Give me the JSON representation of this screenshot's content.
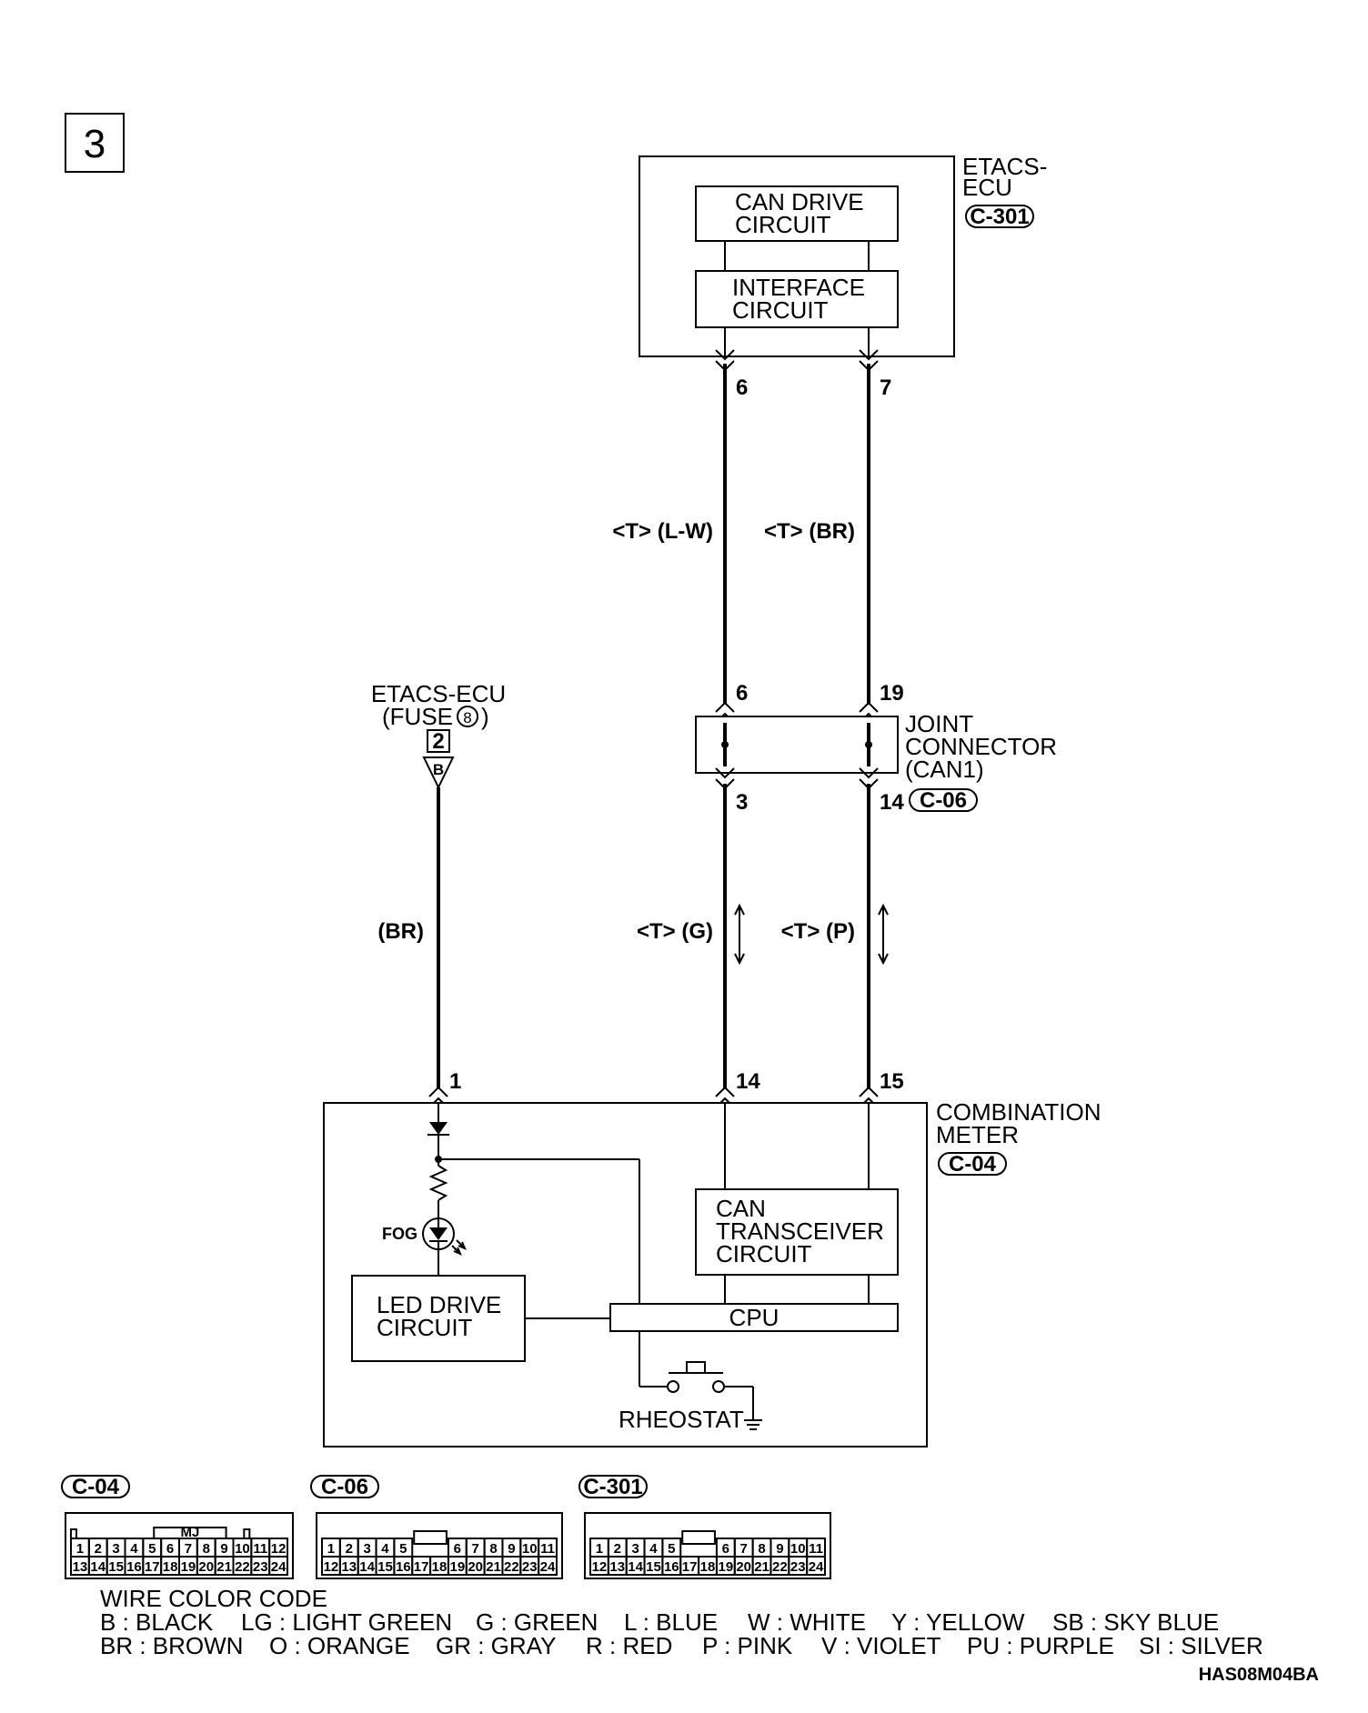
{
  "page_number": "3",
  "etacs_ecu": {
    "label_line1": "ETACS-",
    "label_line2": "ECU",
    "connector": "C-301",
    "can_drive_line1": "CAN DRIVE",
    "can_drive_line2": "CIRCUIT",
    "interface_line1": "INTERFACE",
    "interface_line2": "CIRCUIT",
    "pin_left": "6",
    "pin_right": "7"
  },
  "wires": {
    "left_upper": "<T> (L-W)",
    "right_upper": "<T> (BR)",
    "left_lower": "<T> (G)",
    "right_lower": "<T> (P)",
    "fuse_wire": "(BR)"
  },
  "joint_connector": {
    "line1": "JOINT",
    "line2": "CONNECTOR",
    "line3": "(CAN1)",
    "connector": "C-06",
    "pin_top_left": "6",
    "pin_top_right": "19",
    "pin_bottom_left": "3",
    "pin_bottom_right": "14"
  },
  "fuse_source": {
    "line1": "ETACS-ECU",
    "line2_prefix": "(FUSE",
    "fuse_number": "8",
    "line2_suffix": ")",
    "terminal": "2",
    "letter": "B"
  },
  "combination_meter": {
    "line1": "COMBINATION",
    "line2": "METER",
    "connector": "C-04",
    "pin_1": "1",
    "pin_14": "14",
    "pin_15": "15",
    "fog_label": "FOG",
    "can_transceiver_line1": "CAN",
    "can_transceiver_line2": "TRANSCEIVER",
    "can_transceiver_line3": "CIRCUIT",
    "led_drive_line1": "LED DRIVE",
    "led_drive_line2": "CIRCUIT",
    "cpu": "CPU",
    "rheostat": "RHEOSTAT"
  },
  "connector_views": [
    {
      "id": "C-04",
      "mark": "MJ",
      "top": [
        "1",
        "2",
        "3",
        "4",
        "5",
        "6",
        "7",
        "8",
        "9",
        "10",
        "11",
        "12"
      ],
      "bottom": [
        "13",
        "14",
        "15",
        "16",
        "17",
        "18",
        "19",
        "20",
        "21",
        "22",
        "23",
        "24"
      ]
    },
    {
      "id": "C-06",
      "top": [
        "1",
        "2",
        "3",
        "4",
        "5",
        "6",
        "7",
        "8",
        "9",
        "10",
        "11"
      ],
      "bottom": [
        "12",
        "13",
        "14",
        "15",
        "16",
        "17",
        "18",
        "19",
        "20",
        "21",
        "22",
        "23",
        "24"
      ]
    },
    {
      "id": "C-301",
      "top": [
        "1",
        "2",
        "3",
        "4",
        "5",
        "6",
        "7",
        "8",
        "9",
        "10",
        "11"
      ],
      "bottom": [
        "12",
        "13",
        "14",
        "15",
        "16",
        "17",
        "18",
        "19",
        "20",
        "21",
        "22",
        "23",
        "24"
      ]
    }
  ],
  "wire_color_code": {
    "title": "WIRE COLOR CODE",
    "row1": [
      "B : BLACK",
      "LG : LIGHT GREEN",
      "G : GREEN",
      "L : BLUE",
      "W : WHITE",
      "Y : YELLOW",
      "SB : SKY BLUE"
    ],
    "row2": [
      "BR : BROWN",
      "O : ORANGE",
      "GR : GRAY",
      "R : RED",
      "P : PINK",
      "V : VIOLET",
      "PU : PURPLE",
      "SI : SILVER"
    ]
  },
  "diagram_code": "HAS08M04BA"
}
